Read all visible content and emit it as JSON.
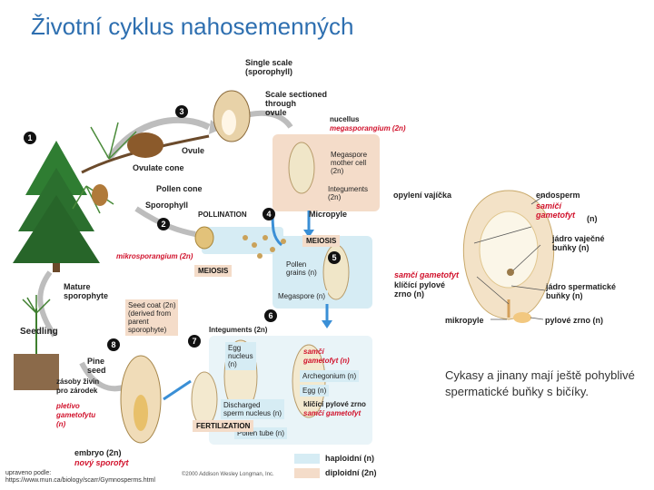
{
  "title": "Životní cyklus nahosemenných",
  "numbers": [
    "1",
    "2",
    "3",
    "4",
    "5",
    "6",
    "7",
    "8"
  ],
  "labels": {
    "single_scale": "Single scale\n(sporophyll)",
    "scale_sectioned": "Scale sectioned\nthrough\novule",
    "nucellus": "nucellus",
    "megasporangium": "megasporangium (2n)",
    "ovule": "Ovule",
    "ovulate_cone": "Ovulate cone",
    "pollen_cone": "Pollen cone",
    "sporophyll": "Sporophyll",
    "pollination": "POLLINATION",
    "mikrosporangium": "mikrosporangium (2n)",
    "meiosis1": "MEIOSIS",
    "meiosis2": "MEIOSIS",
    "megaspore_mother": "Megaspore\nmother cell\n(2n)",
    "integuments1": "Integuments\n(2n)",
    "micropyle": "Micropyle",
    "pollen_grains": "Pollen\ngrains (n)",
    "megaspore": "Megaspore (n)",
    "mature_sporophyte": "Mature\nsporophyte",
    "seedling": "Seedling",
    "seed_coat": "Seed coat (2n)\n(derived from\nparent\nsporophyte)",
    "integuments2": "Integuments (2n)",
    "pine_seed": "Pine\nseed",
    "zasoby": "zásoby živin\npro zárodek",
    "pletivo": "pletivo\ngametofytu\n(n)",
    "egg_nucleus": "Egg\nnucleus\n(n)",
    "samci_gametofyt_1": "samčí\ngametofyt (n)",
    "archegonium": "Archegonium (n)",
    "egg": "Egg (n)",
    "klicici": "klíčící pylové zrno",
    "samci_gametofyt_2": "samčí gametofyt",
    "discharged": "Discharged\nsperm nucleus (n)",
    "pollen_tube": "Pollen tube (n)",
    "fertilization": "FERTILIZATION",
    "embryo": "embryo (2n)",
    "novy_sporofyt": "nový sporofyt",
    "opyleni": "opylení vajíčka",
    "endosperm": "endosperm",
    "samici_gametofyt": "samičí\ngametofyt",
    "samici_gametofyt_n": "(n)",
    "jadro_vajecne": "jádro vaječné\nbuňky (n)",
    "samci_gametofyt_3": "samčí gametofyt",
    "klicici_pylove": "klíčící pylové\nzrno (n)",
    "jadro_spermaticke": "jádro spermatické\nbuňky (n)",
    "mikropyle": "mikropyle",
    "pylove_zrno": "pylové zrno (n)"
  },
  "legend": {
    "haploid": "haploidní (n)",
    "diploid": "diploidní (2n)",
    "haploid_color": "#d6ecf4",
    "diploid_color": "#f4dcc9"
  },
  "note": "Cykasy a jinany mají ještě pohyblivé spermatické buňky s bičíky.",
  "source": "upraveno podle:\nhttps://www.mun.ca/biology/scarr/Gymnosperms.html",
  "copyright": "©2000 Addison Wesley Longman, Inc."
}
